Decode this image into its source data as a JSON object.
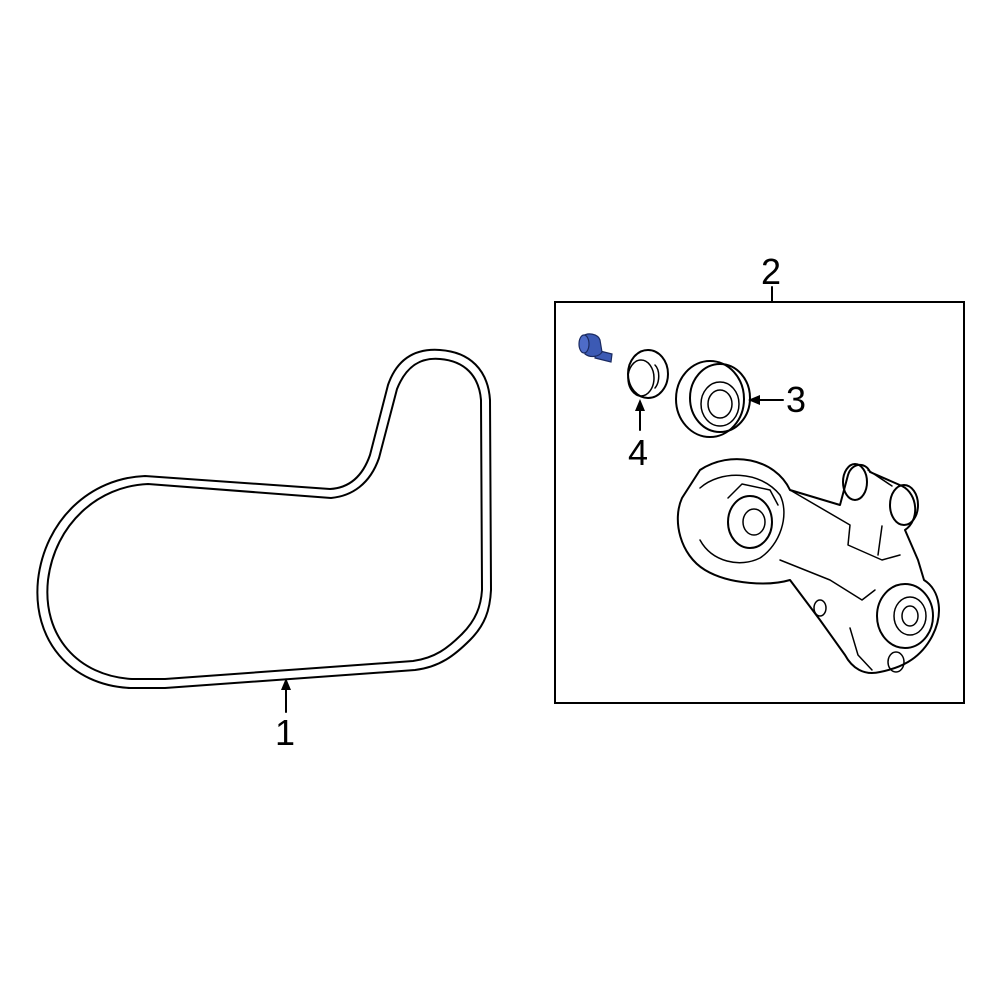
{
  "callouts": {
    "belt": "1",
    "tensioner_assembly": "2",
    "pulley": "3",
    "cap": "4"
  },
  "colors": {
    "line": "#000000",
    "background": "#ffffff",
    "highlight_bolt": "#3c5ab4"
  }
}
